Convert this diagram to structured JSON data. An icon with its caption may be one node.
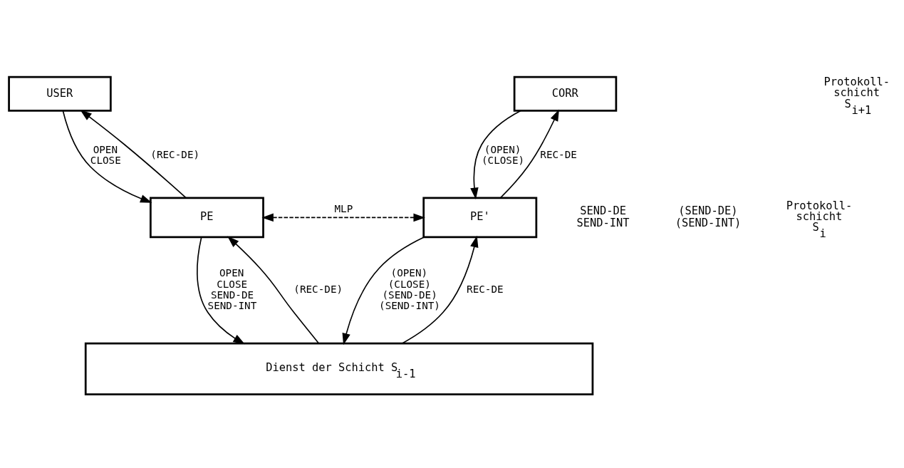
{
  "diagram": {
    "nodes": [
      {
        "text": [
          "USER"
        ]
      },
      {
        "text": [
          "CORR"
        ]
      },
      {
        "text": [
          "PE"
        ]
      },
      {
        "text": [
          "PE'"
        ]
      },
      {
        "text": [
          "Dienst der Schicht S$_{i-1}$"
        ]
      }
    ],
    "edges": [
      {
        "from": 0,
        "to": 2,
        "arrow": "to",
        "label": "OPEN CLOSE"
      },
      {
        "from": 2,
        "to": 0,
        "arrow": "to",
        "label": "(REC-DE)"
      },
      {
        "from": 1,
        "to": 3,
        "arrow": "to",
        "label": "(OPEN) (CLOSE)"
      },
      {
        "from": 3,
        "to": 1,
        "arrow": "to",
        "label": "REC-DE"
      },
      {
        "from": 2,
        "to": 3,
        "arrow": "both",
        "label": "MLP",
        "style": "dashed"
      },
      {
        "from": 2,
        "to": 4,
        "arrow": "to",
        "label": "OPEN CLOSE SEND-DE SEND-INT"
      },
      {
        "from": 4,
        "to": 2,
        "arrow": "to",
        "label": "(REC-DE)"
      },
      {
        "from": 3,
        "to": 4,
        "arrow": "to",
        "label": "(OPEN) (CLOSE) (SEND-DE) (SEND-INT)"
      },
      {
        "from": 4,
        "to": 3,
        "arrow": "to",
        "label": "REC-DE"
      }
    ],
    "labels": [
      "Protokoll- schicht S$_{i+1}$",
      "SEND-DE SEND-INT",
      "(SEND-DE) (SEND-INT)",
      "Protokoll- schicht S$_{i}$"
    ]
  }
}
